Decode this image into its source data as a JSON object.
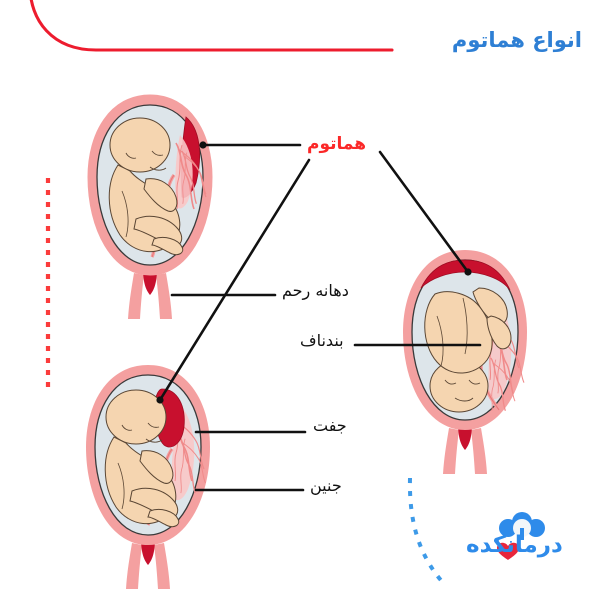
{
  "page": {
    "title": "انواع هماتوم",
    "language": "fa",
    "background_color": "#ffffff"
  },
  "colors": {
    "title_blue": "#2e7fd4",
    "hematoma_red": "#c8102e",
    "accent_red": "#ed1c2e",
    "label_red": "#fb2828",
    "uterus_wall_pink": "#f4a0a0",
    "uterus_inner_pink": "#f8bdbd",
    "amniotic_fluid": "#dde5ea",
    "fetus_skin": "#f5d5b0",
    "vessel_pink": "#f08a8a",
    "leader_line": "#111111",
    "logo_blue": "#2e8bea",
    "logo_heart": "#e8263c"
  },
  "decorations": {
    "top_curve": {
      "name": "red-swoosh",
      "color": "#ed1c2e"
    },
    "left_dashes": {
      "name": "red-dashed-line",
      "color": "#fb3b3b"
    },
    "bottom_right_dashes": {
      "name": "blue-dashed-arc",
      "color": "#3d9ae8"
    }
  },
  "labels": [
    {
      "id": "hematoma",
      "text": "هماتوم",
      "color": "#fb2828",
      "bold": true
    },
    {
      "id": "cervix",
      "text": "دهانه رحم",
      "color": "#111111",
      "bold": false
    },
    {
      "id": "cord",
      "text": "بندناف",
      "color": "#111111",
      "bold": false
    },
    {
      "id": "placenta",
      "text": "جفت",
      "color": "#111111",
      "bold": false
    },
    {
      "id": "fetus",
      "text": "جنین",
      "color": "#111111",
      "bold": false
    }
  ],
  "illustrations": [
    {
      "id": "uterus-top-left",
      "position": "top-left",
      "hematoma_location": "upper-right marginal (subchorionic)",
      "fetus_orientation": "head-up, curled"
    },
    {
      "id": "uterus-right",
      "position": "middle-right",
      "hematoma_location": "fundal band across top (retroplacental)",
      "fetus_orientation": "head-down, inverted"
    },
    {
      "id": "uterus-bottom-left",
      "position": "bottom-left",
      "hematoma_location": "behind placenta, right side",
      "fetus_orientation": "head-up, curled"
    }
  ],
  "logo": {
    "wordmark": "درمانکده",
    "heart_icon": "heart-icon",
    "cloud_icon": "cloud-icon"
  }
}
